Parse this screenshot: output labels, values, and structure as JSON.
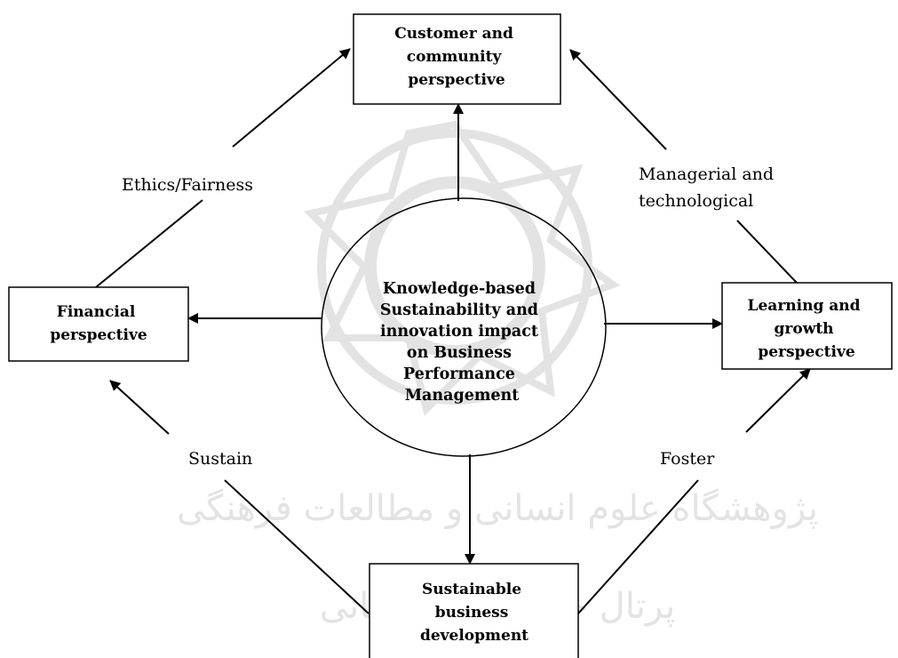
{
  "center": {
    "lines": [
      "Knowledge-based",
      "Sustainability and",
      "innovation impact",
      "on Business",
      "Performance",
      "Management"
    ]
  },
  "nodes": {
    "customer": {
      "lines": [
        "Customer and",
        "community",
        "perspective"
      ]
    },
    "financial": {
      "lines": [
        "Financial",
        "perspective"
      ]
    },
    "learning": {
      "lines": [
        "Learning and",
        "growth",
        "perspective"
      ]
    },
    "sustainable": {
      "lines": [
        "Sustainable",
        "business",
        "development"
      ]
    }
  },
  "edge_labels": {
    "ethics": "Ethics/Fairness",
    "managerial_1": "Managerial and",
    "managerial_2": "technological",
    "sustain": "Sustain",
    "foster": "Foster"
  },
  "watermark": {
    "persian_1": "پژوهشگاه علوم انسانی و مطالعات فرهنگی",
    "persian_2": "پرتال جامع علوم انسانی"
  }
}
